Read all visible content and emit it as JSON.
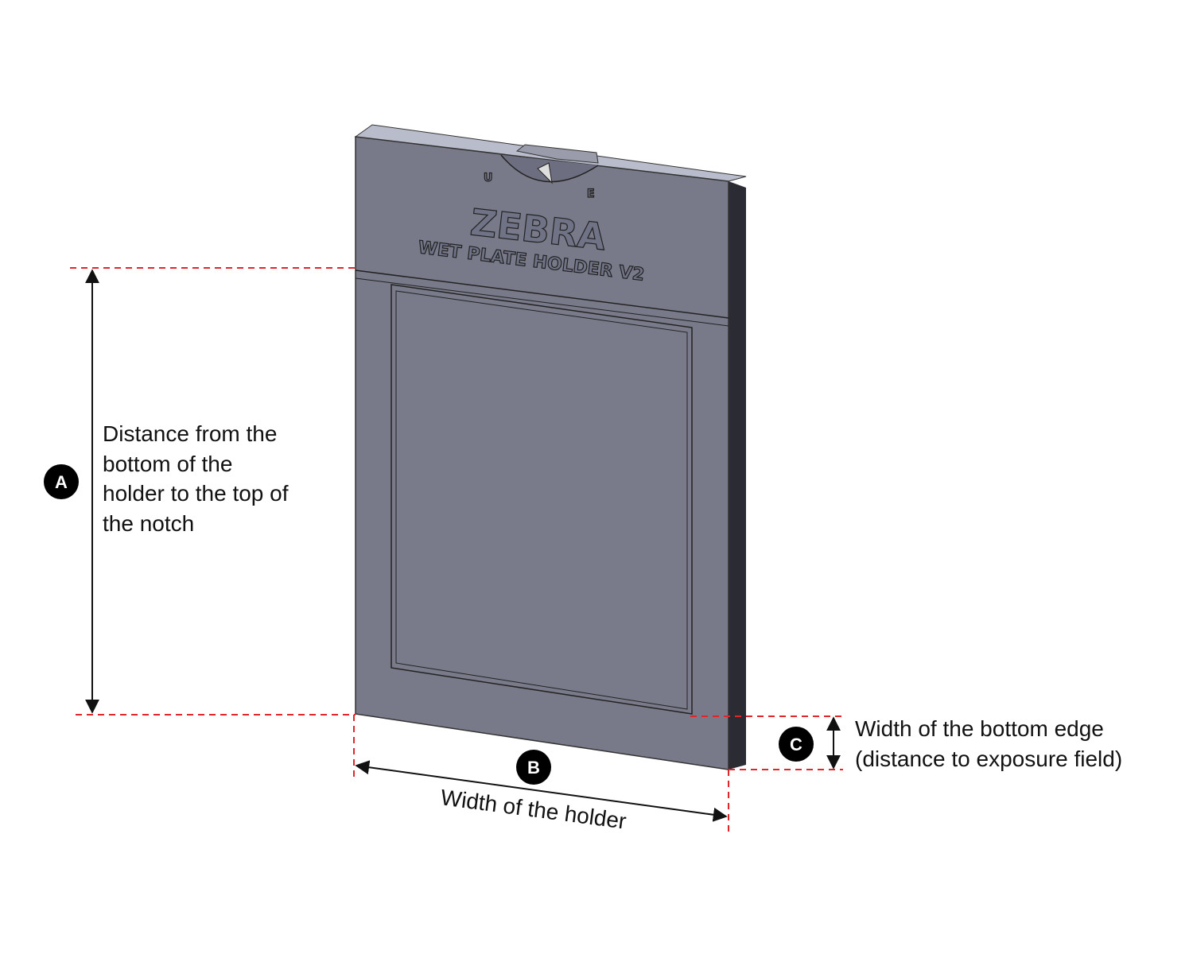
{
  "holder": {
    "brand": "ZEBRA",
    "model": "WET PLATE HOLDER V2",
    "mark_left": "U",
    "mark_right": "E"
  },
  "dimensions": [
    {
      "badge": "A",
      "lines": [
        "Distance from the",
        "bottom of the",
        "holder to the top of",
        "the notch"
      ]
    },
    {
      "badge": "B",
      "lines": [
        "Width of the holder"
      ]
    },
    {
      "badge": "C",
      "lines": [
        "Width of the bottom edge",
        "(distance to exposure field)"
      ]
    }
  ],
  "colors": {
    "holder_face": "#787a8a",
    "holder_top": "#b9bccb",
    "guide": "#e0262b",
    "badge": "#000000"
  }
}
